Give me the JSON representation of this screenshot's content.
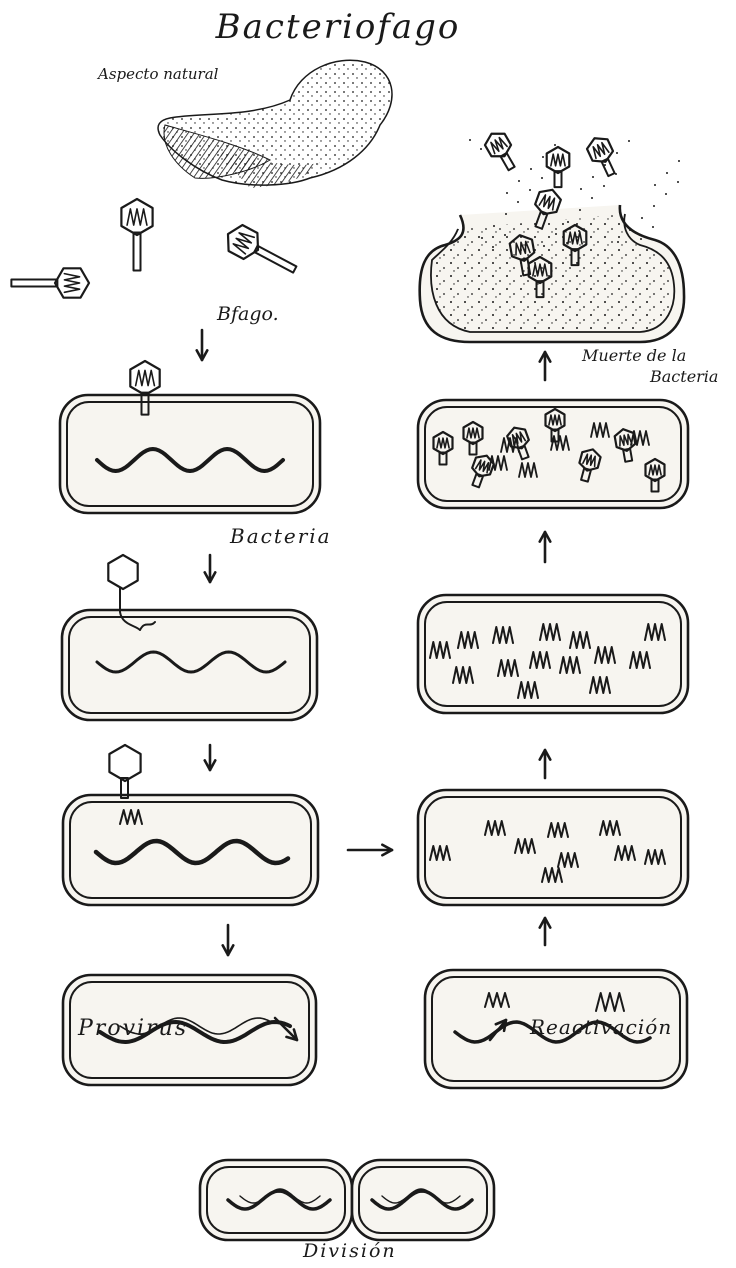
{
  "title": "Bacteriofago",
  "labels": {
    "aspecto_natural": "Aspecto natural",
    "bfago": "Bfago.",
    "bacteria": "Bacteria",
    "muerte_line1": "Muerte de la",
    "muerte_line2": "Bacteria",
    "provirus": "Provirus",
    "reactivacion": "Reactivación",
    "division": "División"
  },
  "colors": {
    "ink": "#1a1a1a",
    "paper": "#ffffff",
    "cell_fill": "#f7f5f0"
  },
  "icons": [
    "phage-icon",
    "bacterium-cell",
    "dna-strand",
    "arrow"
  ]
}
